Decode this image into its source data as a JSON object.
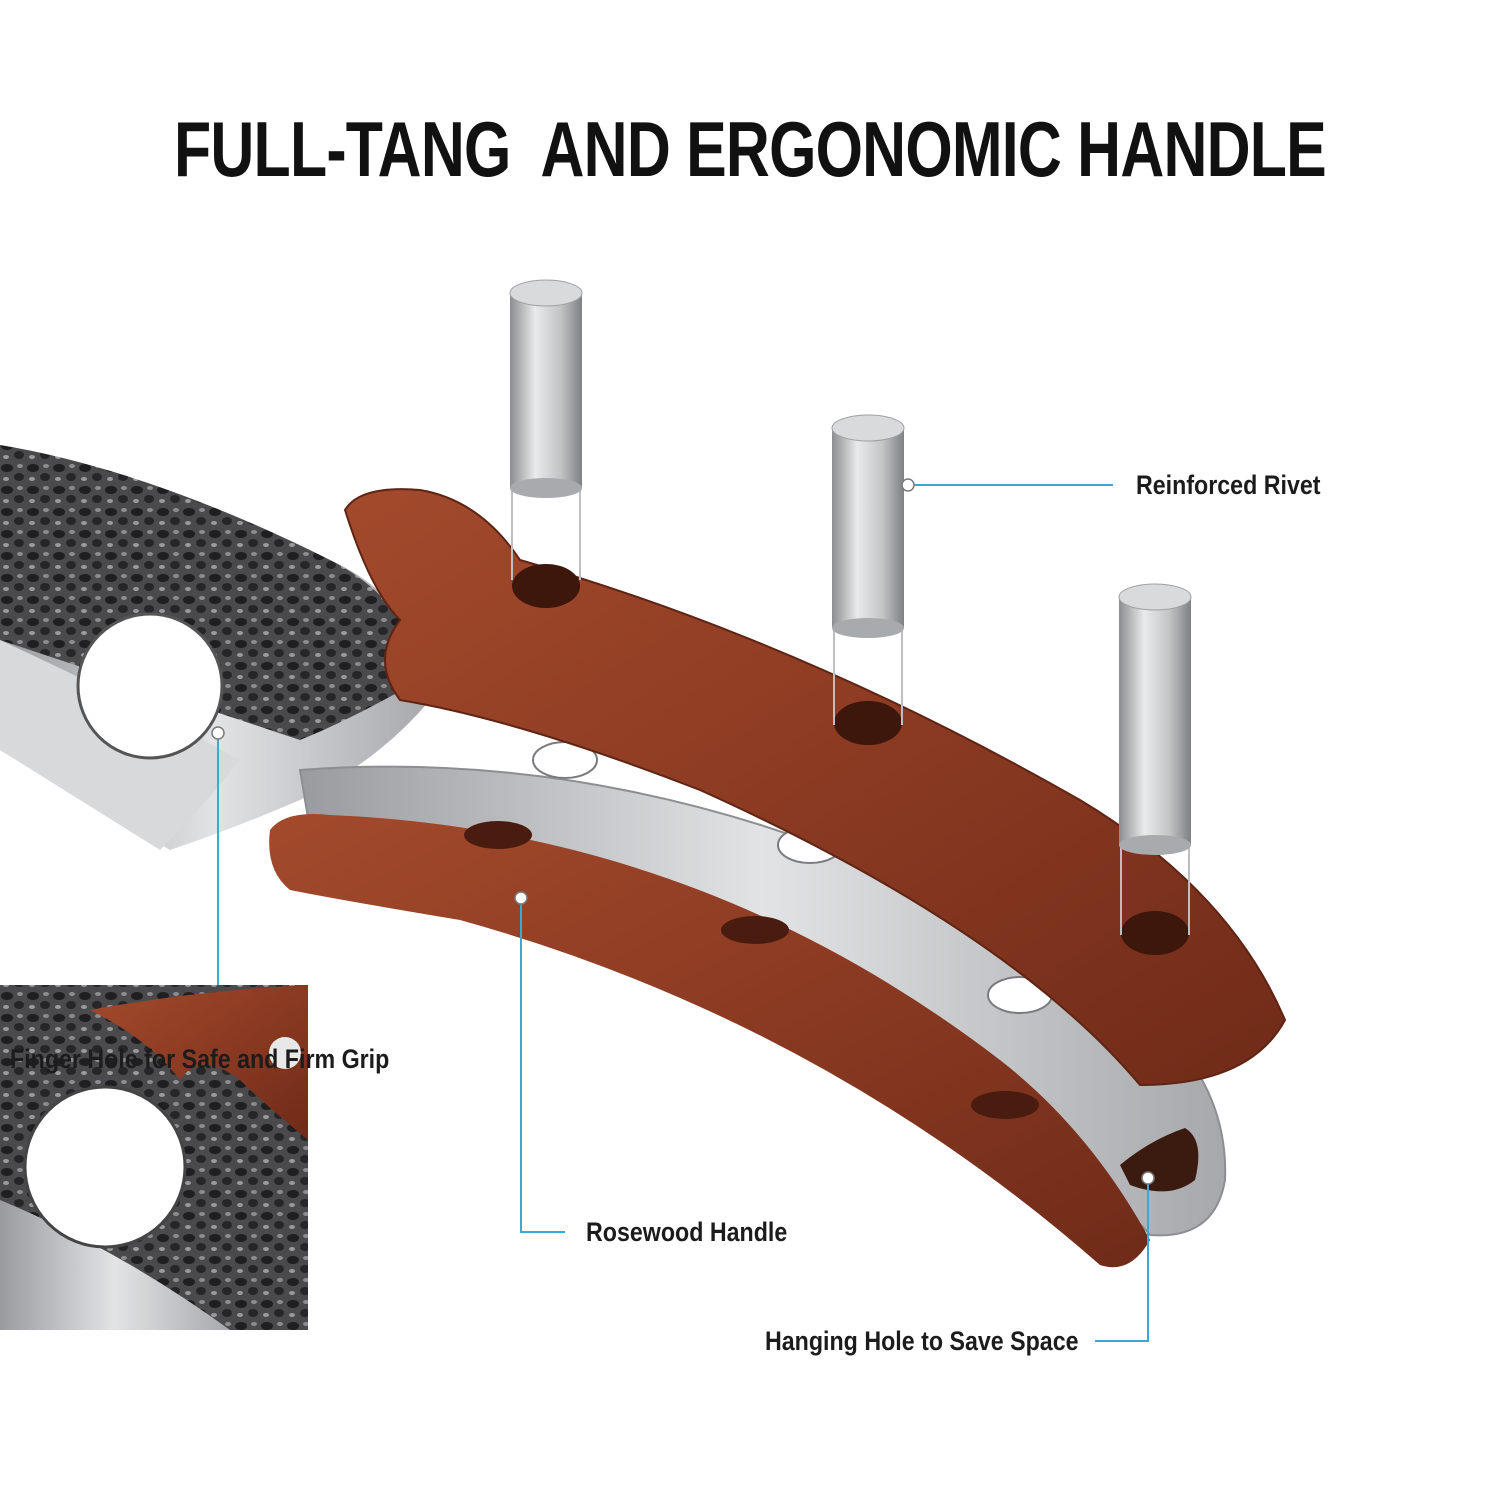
{
  "title": "FULL-TANG  AND ERGONOMIC HANDLE",
  "callouts": {
    "rivet": "Reinforced Rivet",
    "handle": "Rosewood Handle",
    "hanging_hole": "Hanging Hole to Save Space",
    "finger_hole": "Finger Hole for Safe and Firm Grip"
  },
  "colors": {
    "callout_line": "#3aa8d8",
    "wood": "#8a3a22",
    "steel": "#c9cacc",
    "forged": "#3a3a3c"
  }
}
